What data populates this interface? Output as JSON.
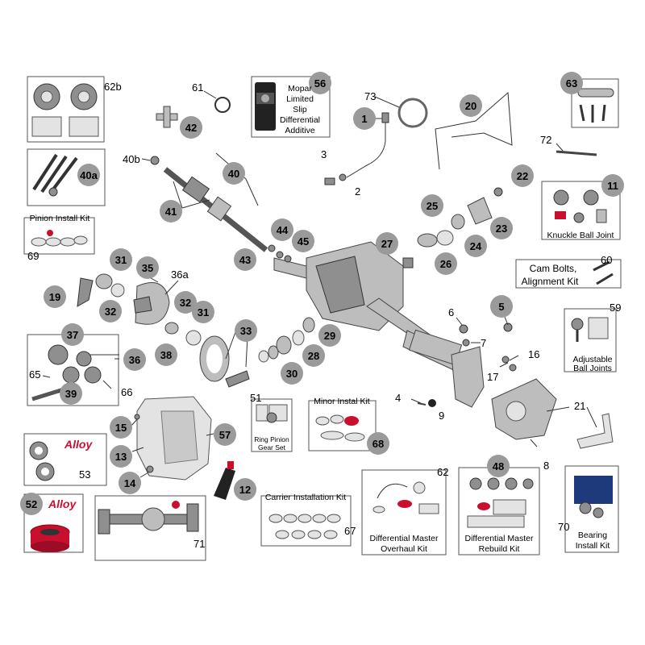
{
  "callouts": {
    "c1": "1",
    "c2": "2",
    "c3": "3",
    "c4": "4",
    "c5": "5",
    "c6": "6",
    "c7": "7",
    "c8": "8",
    "c9": "9",
    "c11": "11",
    "c12": "12",
    "c13": "13",
    "c14": "14",
    "c15": "15",
    "c16": "16",
    "c17": "17",
    "c19": "19",
    "c20": "20",
    "c21": "21",
    "c22": "22",
    "c23": "23",
    "c24": "24",
    "c25": "25",
    "c26": "26",
    "c27": "27",
    "c28": "28",
    "c29": "29",
    "c30": "30",
    "c31a": "31",
    "c31b": "31",
    "c32a": "32",
    "c32b": "32",
    "c33": "33",
    "c35": "35",
    "c36": "36",
    "c36a": "36a",
    "c37": "37",
    "c38": "38",
    "c39": "39",
    "c40": "40",
    "c40a": "40a",
    "c40b": "40b",
    "c41": "41",
    "c42": "42",
    "c43": "43",
    "c44": "44",
    "c45": "45",
    "c48": "48",
    "c51": "51",
    "c52": "52",
    "c53": "53",
    "c56": "56",
    "c57": "57",
    "c59": "59",
    "c60": "60",
    "c61": "61",
    "c62": "62",
    "c62b": "62b",
    "c63": "63",
    "c65": "65",
    "c66": "66",
    "c67": "67",
    "c68": "68",
    "c69": "69",
    "c70": "70",
    "c71": "71",
    "c72": "72",
    "c73": "73"
  },
  "kit_labels": {
    "pinion_install_kit": "Pinion Install Kit",
    "knuckle_ball_joint": "Knuckle Ball Joint",
    "cam_bolts_line1": "Cam Bolts,",
    "cam_bolts_line2": "Alignment Kit",
    "adjustable_line1": "Adjustable",
    "adjustable_line2": "Ball Joints",
    "ring_pinion_line1": "Ring Pinion",
    "ring_pinion_line2": "Gear Set",
    "minor_install_kit": "Minor Instal Kit",
    "carrier_installation_kit": "Carrier Installation Kit",
    "diff_master_overhaul_line1": "Differential Master",
    "diff_master_overhaul_line2": "Overhaul Kit",
    "diff_master_rebuild_line1": "Differential Master",
    "diff_master_rebuild_line2": "Rebuild Kit",
    "bearing_install_line1": "Bearing",
    "bearing_install_line2": "Install Kit",
    "mopar_line1": "Mopar",
    "mopar_line2": "Limited",
    "mopar_line3": "Slip",
    "mopar_line4": "Differential",
    "mopar_line5": "Additive",
    "alloy_logo_1": "Alloy",
    "alloy_logo_2": "Alloy"
  },
  "colors": {
    "callout_fill": "#9a9a9a",
    "alloy_red": "#c8102e",
    "frame_stroke": "#555555"
  }
}
